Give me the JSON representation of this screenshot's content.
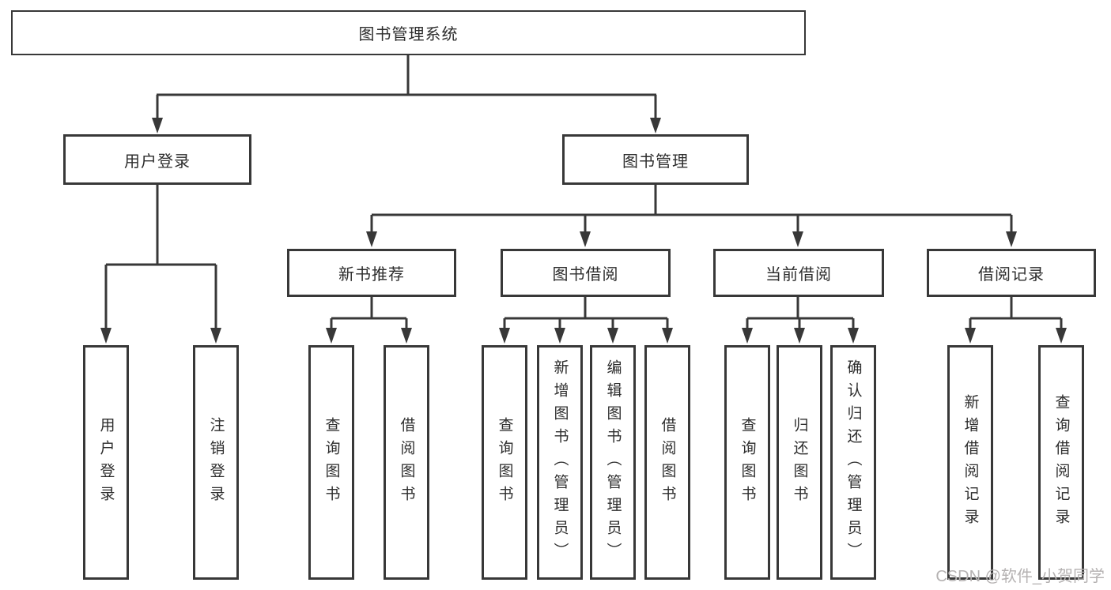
{
  "colors": {
    "line": "#383838",
    "text": "#2d2d2d",
    "box_fill": "#ffffff",
    "watermark": "#b5b2b2"
  },
  "diagram": {
    "type": "tree",
    "root": "图书管理系统",
    "level2": {
      "user_login": "用户登录",
      "book_management": "图书管理"
    },
    "level3": {
      "new_book_recommend": "新书推荐",
      "book_borrow": "图书借阅",
      "current_borrow": "当前借阅",
      "borrow_records": "借阅记录"
    },
    "user_login_children": [
      "用户登录",
      "注销登录"
    ],
    "new_book_children": [
      "查询图书",
      "借阅图书"
    ],
    "book_borrow_children": [
      "查询图书",
      "新增图书（管理员）",
      "编辑图书（管理员）",
      "借阅图书"
    ],
    "current_borrow_children": [
      "查询图书",
      "归还图书",
      "确认归还（管理员）"
    ],
    "records_children": [
      "新增借阅记录",
      "查询借阅记录"
    ]
  },
  "watermark": "CSDN @软件_小贺同学"
}
